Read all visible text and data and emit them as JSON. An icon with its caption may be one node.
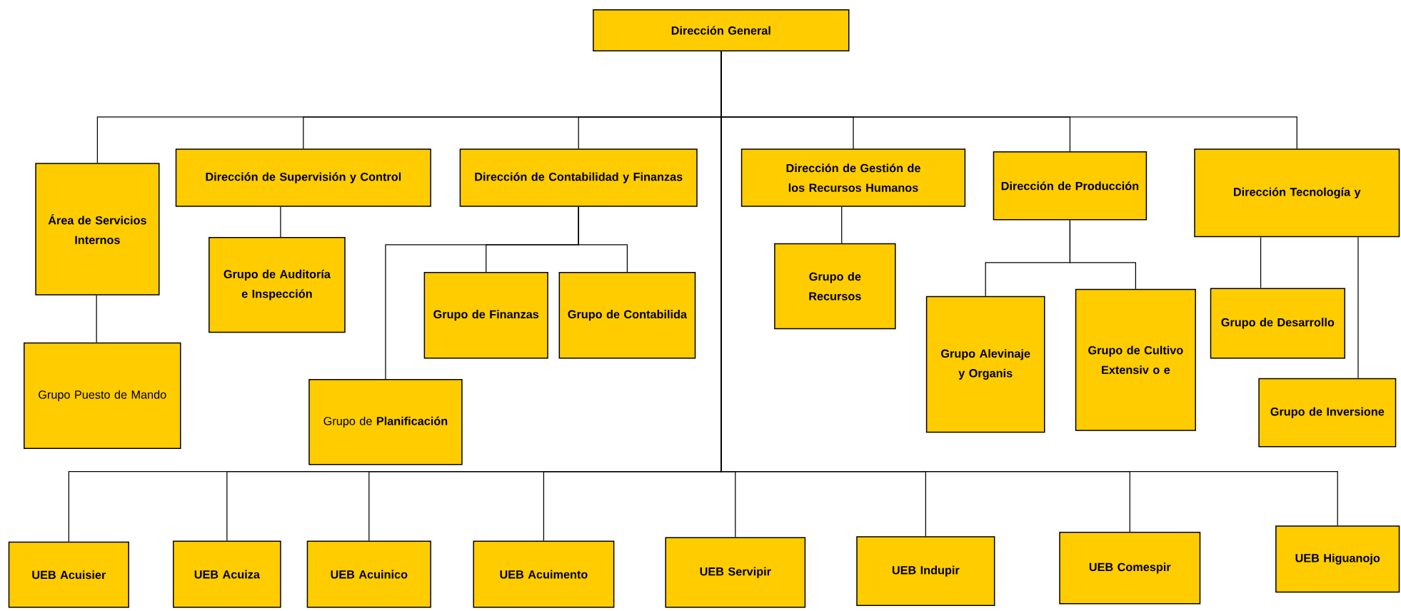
{
  "diagram": {
    "nodes": [
      {
        "text": [
          "Dirección General"
        ]
      },
      {
        "text": [
          "Área de Servicios Internos"
        ]
      },
      {
        "text": [
          "Grupo Puesto de Mando"
        ]
      },
      {
        "text": [
          "Dirección de Supervisión y Control"
        ]
      },
      {
        "text": [
          "Grupo de Auditoría e Inspección"
        ]
      },
      {
        "text": [
          "Dirección de Contabilidad y Finanzas"
        ]
      },
      {
        "text": [
          "Grupo de Finanzas"
        ]
      },
      {
        "text": [
          "Grupo de Contabilida"
        ]
      },
      {
        "text": [
          "Grupo de **Planificación**"
        ]
      },
      {
        "text": [
          "Dirección de Gestión de los Recursos Humanos"
        ]
      },
      {
        "text": [
          "Grupo de Recursos"
        ]
      },
      {
        "text": [
          "Dirección de Producción"
        ]
      },
      {
        "text": [
          "Grupo Alevinaje y Organis"
        ]
      },
      {
        "text": [
          "Grupo de Cultivo Extensiv o e"
        ]
      },
      {
        "text": [
          "Dirección Tecnología y"
        ]
      },
      {
        "text": [
          "Grupo de Desarrollo"
        ]
      },
      {
        "text": [
          "Grupo de Inversione"
        ]
      },
      {
        "text": [
          "UEB Acuisier"
        ]
      },
      {
        "text": [
          "UEB Acuiza"
        ]
      },
      {
        "text": [
          "UEB Acuinico"
        ]
      },
      {
        "text": [
          "UEB Acuimento"
        ]
      },
      {
        "text": [
          "UEB Servipir"
        ]
      },
      {
        "text": [
          "UEB Indupir"
        ]
      },
      {
        "text": [
          "UEB Comespir"
        ]
      },
      {
        "text": [
          "UEB Higuanojo"
        ]
      }
    ],
    "edges": [
      {
        "from": 0,
        "to": 1,
        "arrow": "none"
      },
      {
        "from": 0,
        "to": 3,
        "arrow": "none"
      },
      {
        "from": 0,
        "to": 5,
        "arrow": "none"
      },
      {
        "from": 0,
        "to": 9,
        "arrow": "none"
      },
      {
        "from": 0,
        "to": 11,
        "arrow": "none"
      },
      {
        "from": 0,
        "to": 14,
        "arrow": "none"
      },
      {
        "from": 1,
        "to": 2,
        "arrow": "none"
      },
      {
        "from": 3,
        "to": 4,
        "arrow": "none"
      },
      {
        "from": 5,
        "to": 6,
        "arrow": "none"
      },
      {
        "from": 5,
        "to": 7,
        "arrow": "none"
      },
      {
        "from": 5,
        "to": 8,
        "arrow": "none"
      },
      {
        "from": 9,
        "to": 10,
        "arrow": "none"
      },
      {
        "from": 11,
        "to": 12,
        "arrow": "none"
      },
      {
        "from": 11,
        "to": 13,
        "arrow": "none"
      },
      {
        "from": 14,
        "to": 15,
        "arrow": "none"
      },
      {
        "from": 14,
        "to": 16,
        "arrow": "none"
      },
      {
        "from": 0,
        "to": 17,
        "arrow": "none"
      },
      {
        "from": 0,
        "to": 18,
        "arrow": "none"
      },
      {
        "from": 0,
        "to": 19,
        "arrow": "none"
      },
      {
        "from": 0,
        "to": 20,
        "arrow": "none"
      },
      {
        "from": 0,
        "to": 21,
        "arrow": "none"
      },
      {
        "from": 0,
        "to": 22,
        "arrow": "none"
      },
      {
        "from": 0,
        "to": 23,
        "arrow": "none"
      },
      {
        "from": 0,
        "to": 24,
        "arrow": "none"
      }
    ]
  }
}
